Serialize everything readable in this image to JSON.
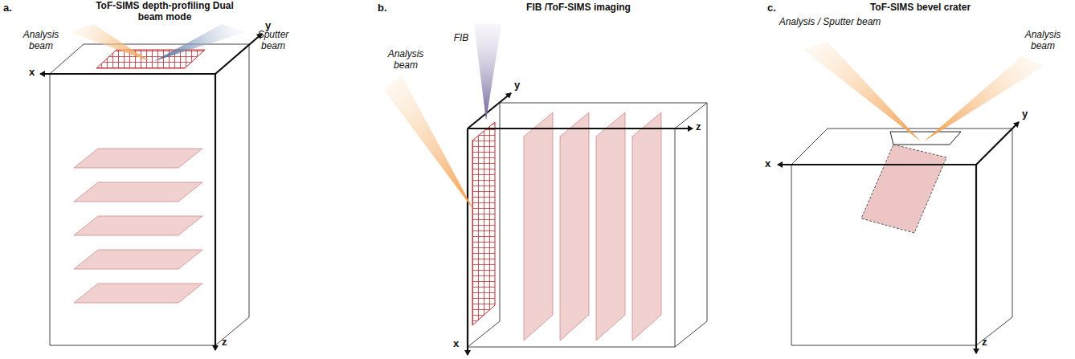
{
  "diagram": {
    "labels": [
      "a.",
      "ToF-SIMS depth-profiling Dual beam mode",
      "Analysis beam",
      "Sputter beam",
      "y",
      "x",
      "z",
      "b.",
      "FIB /ToF-SIMS imaging",
      "FIB",
      "Analysis beam",
      "y",
      "z",
      "x",
      "c.",
      "ToF-SIMS bevel crater",
      "Analysis / Sputter beam",
      "Analysis beam",
      "y",
      "x",
      "z"
    ]
  }
}
